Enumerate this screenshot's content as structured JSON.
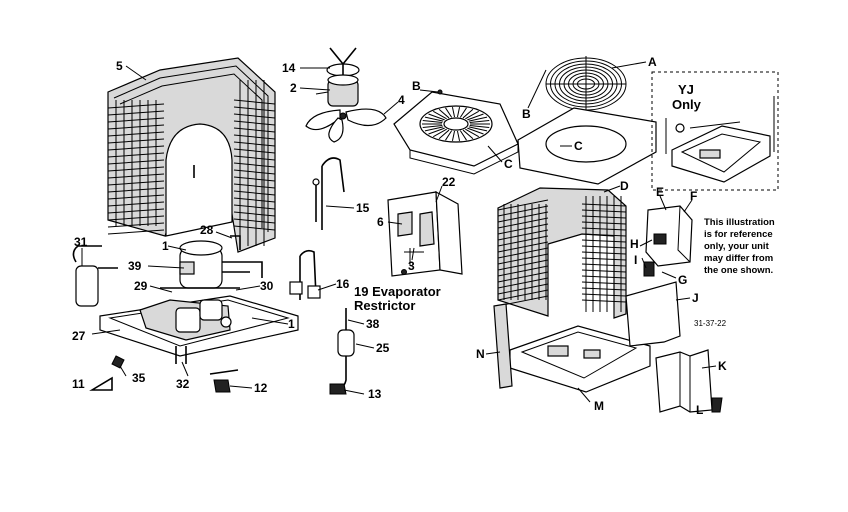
{
  "labels": {
    "l5": "5",
    "l14": "14",
    "l2": "2",
    "l4": "4",
    "l15": "15",
    "l22": "22",
    "l6": "6",
    "l3": "3",
    "l28": "28",
    "l31": "31",
    "l39": "39",
    "l1a": "1",
    "l29": "29",
    "l30": "30",
    "l16": "16",
    "l1b": "1",
    "l27": "27",
    "l38": "38",
    "l25": "25",
    "l11": "11",
    "l35": "35",
    "l32": "32",
    "l12": "12",
    "l13": "13",
    "l19": "19 Evaporator",
    "l19b": "Restrictor",
    "lA": "A",
    "lB1": "B",
    "lB2": "B",
    "lC1": "C",
    "lC2": "C",
    "lD": "D",
    "lE": "E",
    "lF": "F",
    "lH": "H",
    "lI": "I",
    "lG": "G",
    "lJ": "J",
    "lN": "N",
    "lM": "M",
    "lK": "K",
    "lL": "L"
  },
  "yj": {
    "line1": "YJ",
    "line2": "Only"
  },
  "note": [
    "This illustration",
    "is for reference",
    "only, your unit",
    "may differ from",
    "the one shown."
  ],
  "ref_code": "31-37-22"
}
